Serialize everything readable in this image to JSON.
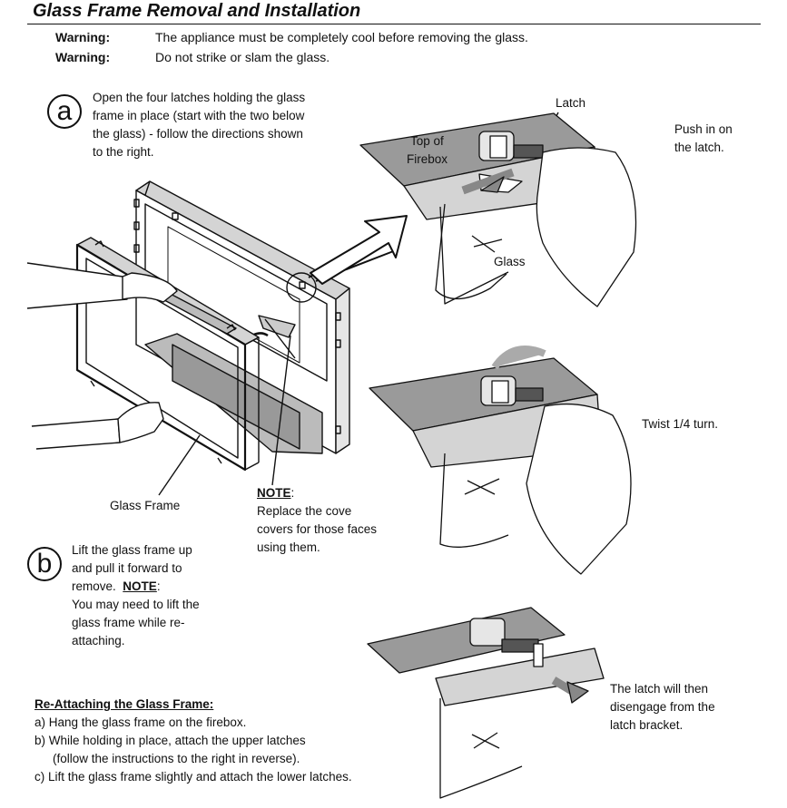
{
  "title": "Glass Frame Removal and Installation",
  "warnings": [
    {
      "label": "Warning:",
      "text": "The appliance must be completely cool before removing the glass."
    },
    {
      "label": "Warning:",
      "text": "Do not strike or slam the glass."
    }
  ],
  "step_a": {
    "marker": "a",
    "lines": [
      "Open the four latches holding the glass",
      "frame in place (start with the two below",
      "the glass) - follow the directions shown",
      "to the right."
    ]
  },
  "step_b": {
    "marker": "b",
    "lines": [
      "Lift the glass frame up",
      "and pull it forward to",
      "remove."
    ],
    "note_label": "NOTE",
    "note_colon": ":",
    "note_lines": [
      "You may need to lift the",
      "glass frame while re-",
      "attaching."
    ]
  },
  "figure_labels": {
    "glass_frame": "Glass Frame",
    "latch": "Latch",
    "top_of": "Top of",
    "firebox": "Firebox",
    "glass": "Glass"
  },
  "cove_note": {
    "label": "NOTE",
    "colon": ":",
    "lines": [
      "Replace the cove",
      "covers for those faces",
      "using them."
    ]
  },
  "right_instructions": {
    "push": [
      "Push in on",
      "the latch."
    ],
    "twist": "Twist 1/4 turn.",
    "disengage": [
      "The latch will then",
      "disengage from the",
      "latch bracket."
    ]
  },
  "reattach": {
    "heading": "Re-Attaching the Glass Frame:",
    "steps": [
      "a) Hang the glass frame on the firebox.",
      "b) While holding in place, attach the upper latches",
      "(follow the instructions to the right in reverse).",
      "c) Lift the glass frame slightly and attach the lower latches."
    ]
  },
  "colors": {
    "text": "#111111",
    "panel_gray": "#9a9a9a",
    "light_gray": "#d4d4d4"
  }
}
